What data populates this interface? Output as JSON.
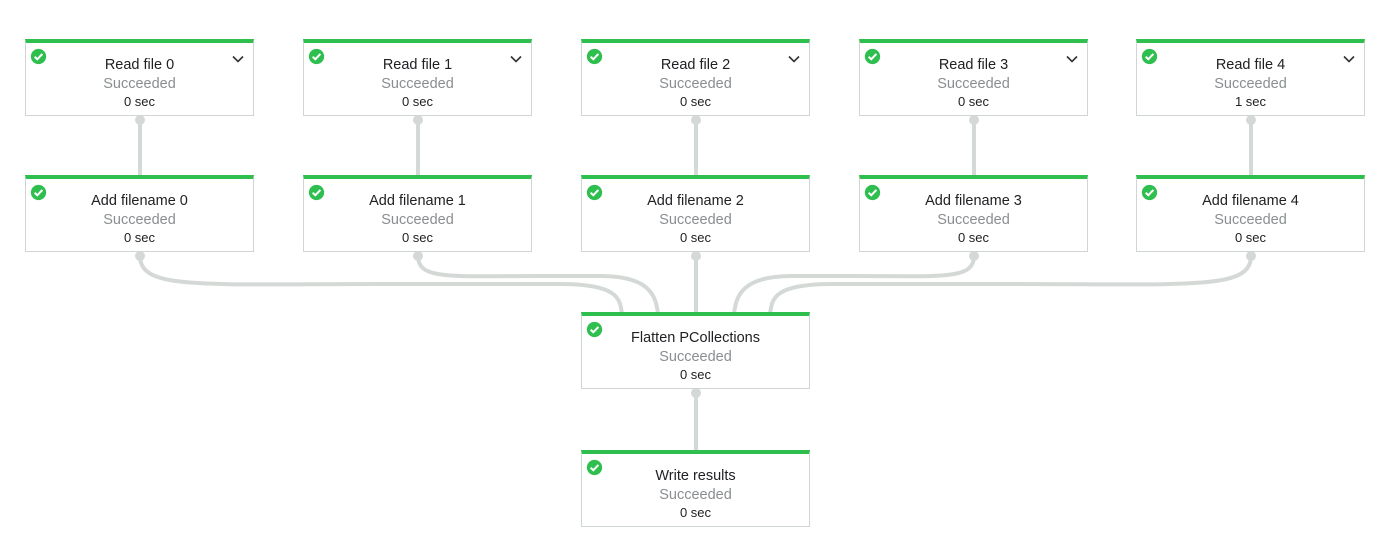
{
  "theme": {
    "success_color": "#2fbf4f",
    "edge_color": "#d5d9d6",
    "status_color": "#8a8e91"
  },
  "nodes": {
    "read_file_0": {
      "title": "Read file 0",
      "status": "Succeeded",
      "duration": "0 sec",
      "icon": "check-circle-icon",
      "expandable": true
    },
    "read_file_1": {
      "title": "Read file 1",
      "status": "Succeeded",
      "duration": "0 sec",
      "icon": "check-circle-icon",
      "expandable": true
    },
    "read_file_2": {
      "title": "Read file 2",
      "status": "Succeeded",
      "duration": "0 sec",
      "icon": "check-circle-icon",
      "expandable": true
    },
    "read_file_3": {
      "title": "Read file 3",
      "status": "Succeeded",
      "duration": "0 sec",
      "icon": "check-circle-icon",
      "expandable": true
    },
    "read_file_4": {
      "title": "Read file 4",
      "status": "Succeeded",
      "duration": "1 sec",
      "icon": "check-circle-icon",
      "expandable": true
    },
    "add_filename_0": {
      "title": "Add filename 0",
      "status": "Succeeded",
      "duration": "0 sec",
      "icon": "check-circle-icon",
      "expandable": false
    },
    "add_filename_1": {
      "title": "Add filename 1",
      "status": "Succeeded",
      "duration": "0 sec",
      "icon": "check-circle-icon",
      "expandable": false
    },
    "add_filename_2": {
      "title": "Add filename 2",
      "status": "Succeeded",
      "duration": "0 sec",
      "icon": "check-circle-icon",
      "expandable": false
    },
    "add_filename_3": {
      "title": "Add filename 3",
      "status": "Succeeded",
      "duration": "0 sec",
      "icon": "check-circle-icon",
      "expandable": false
    },
    "add_filename_4": {
      "title": "Add filename 4",
      "status": "Succeeded",
      "duration": "0 sec",
      "icon": "check-circle-icon",
      "expandable": false
    },
    "flatten": {
      "title": "Flatten PCollections",
      "status": "Succeeded",
      "duration": "0 sec",
      "icon": "check-circle-icon",
      "expandable": false
    },
    "write_results": {
      "title": "Write results",
      "status": "Succeeded",
      "duration": "0 sec",
      "icon": "check-circle-icon",
      "expandable": false
    }
  },
  "edges": [
    [
      "read_file_0",
      "add_filename_0"
    ],
    [
      "read_file_1",
      "add_filename_1"
    ],
    [
      "read_file_2",
      "add_filename_2"
    ],
    [
      "read_file_3",
      "add_filename_3"
    ],
    [
      "read_file_4",
      "add_filename_4"
    ],
    [
      "add_filename_0",
      "flatten"
    ],
    [
      "add_filename_1",
      "flatten"
    ],
    [
      "add_filename_2",
      "flatten"
    ],
    [
      "add_filename_3",
      "flatten"
    ],
    [
      "add_filename_4",
      "flatten"
    ],
    [
      "flatten",
      "write_results"
    ]
  ]
}
